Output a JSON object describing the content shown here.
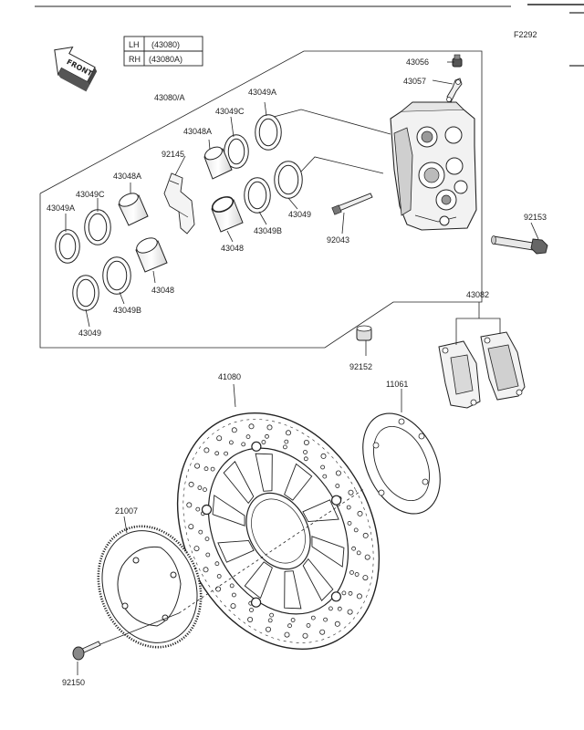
{
  "diagram_code": "F2292",
  "front_label": "FRONT",
  "side_table": [
    {
      "side": "LH",
      "part": "(43080)"
    },
    {
      "side": "RH",
      "part": "(43080A)"
    }
  ],
  "callouts": {
    "c43056": "43056",
    "c43057": "43057",
    "c43080A": "43080/A",
    "c43049A_top": "43049A",
    "c43049C_top": "43049C",
    "c43048A_top": "43048A",
    "c92145": "92145",
    "c43048A_left": "43048A",
    "c43049C_left": "43049C",
    "c43049A_left": "43049A",
    "c43049_right": "43049",
    "c43049B_right": "43049B",
    "c43048_right": "43048",
    "c92043": "92043",
    "c92153": "92153",
    "c43048_left": "43048",
    "c43049B_left": "43049B",
    "c43049_left": "43049",
    "c43082": "43082",
    "c92152": "92152",
    "c41080": "41080",
    "c11061": "11061",
    "c21007": "21007",
    "c92150": "92150"
  },
  "colors": {
    "line": "#222222",
    "paper": "#ffffff",
    "shade": "#d8d8d8"
  }
}
